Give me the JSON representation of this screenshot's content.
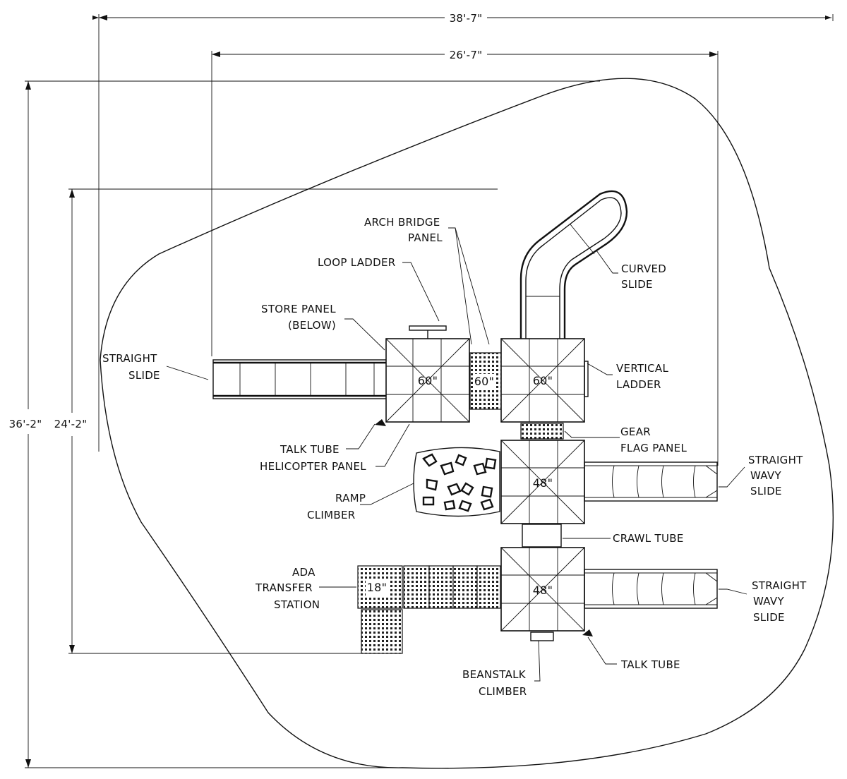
{
  "dimensions": {
    "overall_width": "38'-7\"",
    "structure_width": "26'-7\"",
    "overall_depth": "36'-2\"",
    "structure_depth": "24'-2\""
  },
  "decks": {
    "deck_left": "60\"",
    "bridge": "60\"",
    "deck_right": "60\"",
    "deck_mid": "48\"",
    "deck_bottom": "48\"",
    "ada_station": "18\""
  },
  "labels": {
    "arch_bridge_1": "ARCH BRIDGE",
    "arch_bridge_2": "PANEL",
    "loop_ladder": "LOOP LADDER",
    "curved_slide_1": "CURVED",
    "curved_slide_2": "SLIDE",
    "store_panel_1": "STORE PANEL",
    "store_panel_2": "(BELOW)",
    "straight_slide_1": "STRAIGHT",
    "straight_slide_2": "SLIDE",
    "vertical_ladder_1": "VERTICAL",
    "vertical_ladder_2": "LADDER",
    "talk_tube_top": "TALK TUBE",
    "helicopter_panel": "HELICOPTER PANEL",
    "gear_flag_1": "GEAR",
    "gear_flag_2": "FLAG PANEL",
    "wavy_slide_top_1": "STRAIGHT",
    "wavy_slide_top_2": "WAVY",
    "wavy_slide_top_3": "SLIDE",
    "ramp_climber_1": "RAMP",
    "ramp_climber_2": "CLIMBER",
    "crawl_tube": "CRAWL TUBE",
    "ada_1": "ADA",
    "ada_2": "TRANSFER",
    "ada_3": "STATION",
    "wavy_slide_bottom_1": "STRAIGHT",
    "wavy_slide_bottom_2": "WAVY",
    "wavy_slide_bottom_3": "SLIDE",
    "talk_tube_bottom": "TALK TUBE",
    "beanstalk_1": "BEANSTALK",
    "beanstalk_2": "CLIMBER"
  }
}
